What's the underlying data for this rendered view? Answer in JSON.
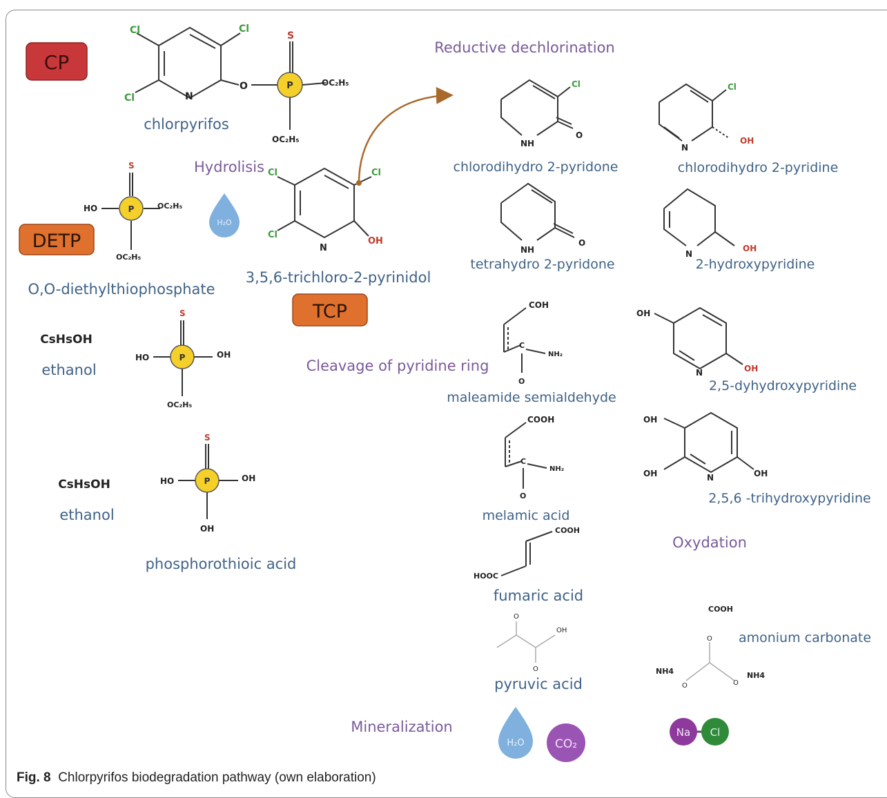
{
  "badges": {
    "cp": "CP",
    "detp": "DETP",
    "tcp": "TCP"
  },
  "labels": {
    "chlorpyrifos": "chlorpyrifos",
    "hydrolisis": "Hydrolisis",
    "detp_name": "O,O-diethylthiophosphate",
    "tcp_name": "3,5,6-trichloro-2-pyrinidol",
    "ethanol_formula_1": "CsHsOH",
    "ethanol_1": "ethanol",
    "ethanol_formula_2": "CsHsOH",
    "ethanol_2": "ethanol",
    "phosphorothioic_acid": "phosphorothioic acid",
    "reductive_dechlorination": "Reductive dechlorination",
    "chlorodihydro_pyridone": "chlorodihydro 2-pyridone",
    "chlorodihydro_pyridine": "chlorodihydro 2-pyridine",
    "tetrahydro_pyridone": "tetrahydro 2-pyridone",
    "hydroxypyridine": "2-hydroxypyridine",
    "cleavage": "Cleavage of pyridine ring",
    "maleamide": "maleamide semialdehyde",
    "dihydroxypyridine": "2,5-dyhydroxypyridine",
    "trihydroxypyridine": "2,5,6 -trihydroxypyridine",
    "melamic_acid": "melamic acid",
    "oxydation": "Oxydation",
    "fumaric_acid": "fumaric acid",
    "amonium_carbonate": "amonium carbonate",
    "pyruvic_acid": "pyruvic acid",
    "mineralization": "Mineralization"
  },
  "atoms": {
    "cl": "Cl",
    "n": "N",
    "o": "O",
    "s": "S",
    "p": "P",
    "oc2h5": "OC₂H₅",
    "oc2h5_b": "OC₂H₅",
    "ho": "HO",
    "oh": "OH",
    "nh": "NH",
    "nh2": "NH₂",
    "coh": "COH",
    "cooh": "COOH",
    "hooc": "HOOC",
    "c": "C",
    "nh4": "NH4",
    "h2o": "H₂O",
    "co2": "CO₂",
    "na": "Na",
    "cl_ion": "Cl"
  },
  "caption": {
    "label": "Fig. 8",
    "text": "Chlorpyrifos biodegradation pathway (own elaboration)"
  },
  "colors": {
    "cp_badge": "#c8383a",
    "orange_badge": "#e0702e",
    "blue_text": "#3f6287",
    "purple_text": "#7a5a9a",
    "chlorine": "#3d9a3d",
    "sulfur": "#c0392b",
    "phosphorus": "#f5cf2a",
    "arrow": "#a8692a",
    "water": "#7fb0de",
    "co2": "#9a54b4",
    "sodium": "#8e3a9c",
    "chloride": "#2f8a3a"
  }
}
